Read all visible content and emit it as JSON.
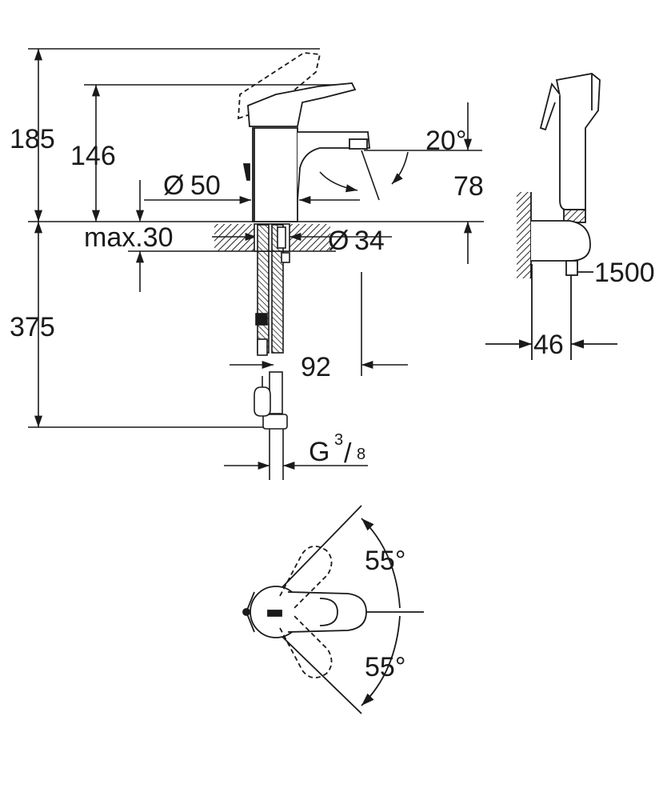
{
  "dimensions": {
    "height_total": "185",
    "height_spout_top": "146",
    "spout_angle": "20°",
    "spout_height": "78",
    "base_diameter_symbol": "Ø",
    "base_diameter": "50",
    "max_thickness": "max.30",
    "hole_diameter_symbol": "Ø",
    "hole_diameter": "34",
    "below_height": "375",
    "spout_reach": "92",
    "thread_letter": "G",
    "thread_num": "3",
    "thread_den": "8",
    "hose_length": "1500",
    "holder_depth": "46",
    "lever_angle_up": "55°",
    "lever_angle_down": "55°"
  }
}
